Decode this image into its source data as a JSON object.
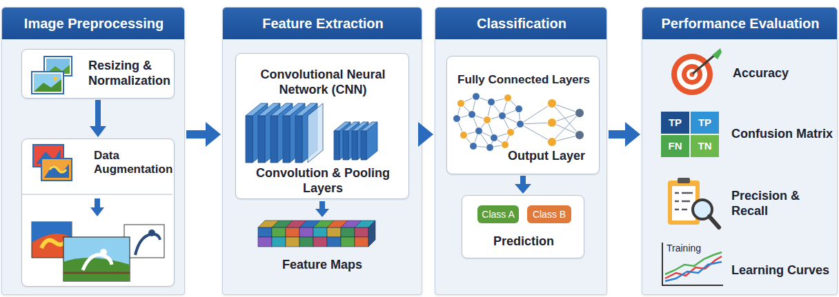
{
  "diagram": {
    "nodes": [
      {
        "text": [
          "Image Preprocessing"
        ]
      },
      {
        "text": [
          "Resizing & Normalization"
        ],
        "in": 0
      },
      {
        "text": [
          "Data Augmentation"
        ],
        "in": 0
      },
      {
        "text": [
          "Feature Extraction"
        ]
      },
      {
        "text": [
          "Convolutional Neural Network (CNN)",
          "Convolution & Pooling Layers"
        ],
        "in": 3
      },
      {
        "text": [
          "Classification"
        ]
      },
      {
        "text": [
          "Fully Connected Layers",
          "Output Layer"
        ],
        "in": 5
      },
      {
        "text": [
          "Prediction"
        ],
        "in": 5
      },
      {
        "text": [
          "Class A"
        ],
        "in": 7
      },
      {
        "text": [
          "Class B"
        ],
        "in": 7
      },
      {
        "text": [
          "Performance Evaluation"
        ]
      }
    ],
    "edges": [
      {
        "from": 0,
        "to": 3,
        "arrow": "to"
      },
      {
        "from": 3,
        "to": 5,
        "arrow": "to"
      },
      {
        "from": 5,
        "to": 10,
        "arrow": "to"
      },
      {
        "from": 1,
        "to": 2,
        "arrow": "to"
      },
      {
        "from": 6,
        "to": 7,
        "arrow": "to"
      }
    ],
    "labels": [
      "Feature Maps",
      "Accuracy",
      "TP",
      "TP",
      "FN",
      "TN",
      "Confusion Matrix",
      "Precision & Recall",
      "Training",
      "Learning Curves"
    ]
  }
}
